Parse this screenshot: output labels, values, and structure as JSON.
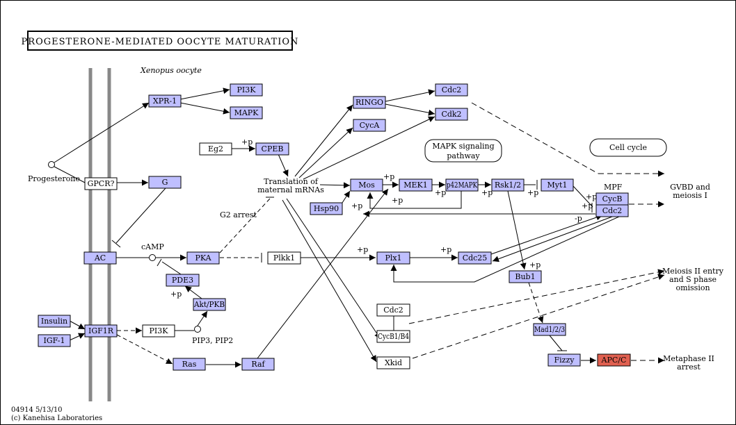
{
  "title": "PROGESTERONE-MEDIATED OOCYTE MATURATION",
  "subtitle": "Xenopus oocyte",
  "footer": {
    "code": "04914 5/13/10",
    "copyright": "(c) Kanehisa Laboratories"
  },
  "colors": {
    "gene": "#bfbfff",
    "highlight": "#e06050",
    "compound": "#ffffff",
    "membrane": "#888888"
  },
  "nodes": [
    {
      "id": "pi3k-top",
      "label": "PI3K",
      "kind": "gene"
    },
    {
      "id": "xpr1",
      "label": "XPR-1",
      "kind": "gene"
    },
    {
      "id": "mapk",
      "label": "MAPK",
      "kind": "gene"
    },
    {
      "id": "eg2",
      "label": "Eg2",
      "kind": "plain"
    },
    {
      "id": "cpeb",
      "label": "CPEB",
      "kind": "gene"
    },
    {
      "id": "gpcr",
      "label": "GPCR?",
      "kind": "plain"
    },
    {
      "id": "g",
      "label": "G",
      "kind": "gene"
    },
    {
      "id": "ac",
      "label": "AC",
      "kind": "gene"
    },
    {
      "id": "pka",
      "label": "PKA",
      "kind": "gene"
    },
    {
      "id": "pde3",
      "label": "PDE3",
      "kind": "gene"
    },
    {
      "id": "akt",
      "label": "Akt/PKB",
      "kind": "gene"
    },
    {
      "id": "insulin",
      "label": "Insulin",
      "kind": "gene"
    },
    {
      "id": "igf1",
      "label": "IGF-1",
      "kind": "gene"
    },
    {
      "id": "igf1r",
      "label": "IGF1R",
      "kind": "gene"
    },
    {
      "id": "pi3k-bottom",
      "label": "PI3K",
      "kind": "plain"
    },
    {
      "id": "ras",
      "label": "Ras",
      "kind": "gene"
    },
    {
      "id": "raf",
      "label": "Raf",
      "kind": "gene"
    },
    {
      "id": "ringo",
      "label": "RINGO",
      "kind": "gene"
    },
    {
      "id": "cyca",
      "label": "CycA",
      "kind": "gene"
    },
    {
      "id": "cdc2-top",
      "label": "Cdc2",
      "kind": "gene"
    },
    {
      "id": "cdk2",
      "label": "Cdk2",
      "kind": "gene"
    },
    {
      "id": "mos",
      "label": "Mos",
      "kind": "gene"
    },
    {
      "id": "hsp90",
      "label": "Hsp90",
      "kind": "gene"
    },
    {
      "id": "mek1",
      "label": "MEK1",
      "kind": "gene"
    },
    {
      "id": "p42mapk",
      "label": "p42MAPK",
      "kind": "gene"
    },
    {
      "id": "rsk12",
      "label": "Rsk1/2",
      "kind": "gene"
    },
    {
      "id": "myt1",
      "label": "Myt1",
      "kind": "gene"
    },
    {
      "id": "cycb",
      "label": "CycB",
      "kind": "gene"
    },
    {
      "id": "cdc2-mpf",
      "label": "Cdc2",
      "kind": "gene"
    },
    {
      "id": "plkk1",
      "label": "Plkk1",
      "kind": "plain"
    },
    {
      "id": "plx1",
      "label": "Plx1",
      "kind": "gene"
    },
    {
      "id": "cdc25",
      "label": "Cdc25",
      "kind": "gene"
    },
    {
      "id": "bub1",
      "label": "Bub1",
      "kind": "gene"
    },
    {
      "id": "cdc2-lower",
      "label": "Cdc2",
      "kind": "plain"
    },
    {
      "id": "cycb14",
      "label": "CycB1/B4",
      "kind": "plain"
    },
    {
      "id": "mad12",
      "label": "Mad1/2/3",
      "kind": "gene"
    },
    {
      "id": "xkid",
      "label": "Xkid",
      "kind": "plain"
    },
    {
      "id": "fizzy",
      "label": "Fizzy",
      "kind": "gene"
    },
    {
      "id": "apcc",
      "label": "APC/C",
      "kind": "highlight"
    }
  ],
  "pathway_boxes": [
    {
      "id": "mapk-signaling",
      "lines": [
        "MAPK signaling",
        "pathway"
      ]
    },
    {
      "id": "cell-cycle",
      "lines": [
        "Cell cycle"
      ]
    }
  ],
  "texts": [
    {
      "id": "progesterone",
      "text": "Progesterone"
    },
    {
      "id": "camp",
      "text": "cAMP"
    },
    {
      "id": "pip3",
      "text": "PIP3, PIP2"
    },
    {
      "id": "translation-1",
      "text": "Translation of"
    },
    {
      "id": "translation-2",
      "text": "maternal mRNAs"
    },
    {
      "id": "g2-arrest",
      "text": "G2 arrest"
    },
    {
      "id": "mpf",
      "text": "MPF"
    },
    {
      "id": "gvbd-1",
      "text": "GVBD and"
    },
    {
      "id": "gvbd-2",
      "text": "meiosis I"
    },
    {
      "id": "meiosis2-1",
      "text": "Meiosis II entry"
    },
    {
      "id": "meiosis2-2",
      "text": "and S phase"
    },
    {
      "id": "meiosis2-3",
      "text": "omission"
    },
    {
      "id": "metaphase-1",
      "text": "Metaphase II"
    },
    {
      "id": "metaphase-2",
      "text": "arrest"
    }
  ],
  "markers": {
    "phos": "+p",
    "dephos": "-p"
  }
}
